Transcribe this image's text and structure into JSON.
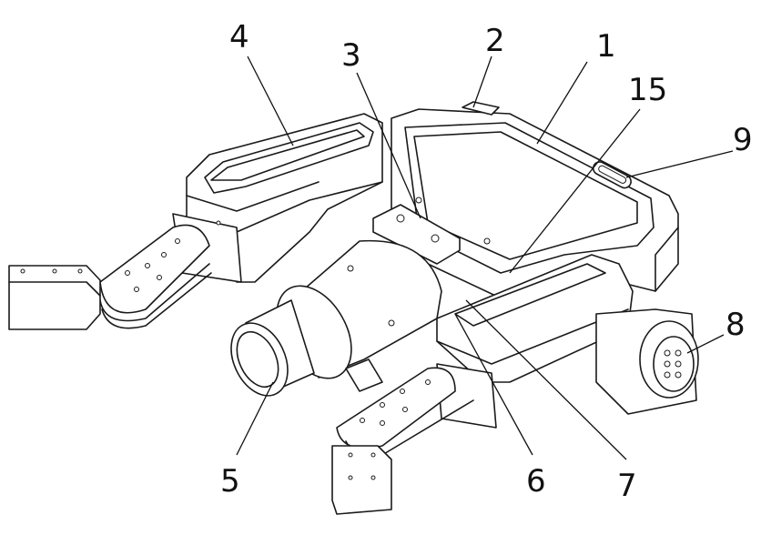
{
  "figure": {
    "reference_labels": [
      {
        "id": "label-1",
        "text": "1"
      },
      {
        "id": "label-2",
        "text": "2"
      },
      {
        "id": "label-3",
        "text": "3"
      },
      {
        "id": "label-4",
        "text": "4"
      },
      {
        "id": "label-5",
        "text": "5"
      },
      {
        "id": "label-6",
        "text": "6"
      },
      {
        "id": "label-7",
        "text": "7"
      },
      {
        "id": "label-8",
        "text": "8"
      },
      {
        "id": "label-9",
        "text": "9"
      },
      {
        "id": "label-15",
        "text": "15"
      }
    ]
  }
}
